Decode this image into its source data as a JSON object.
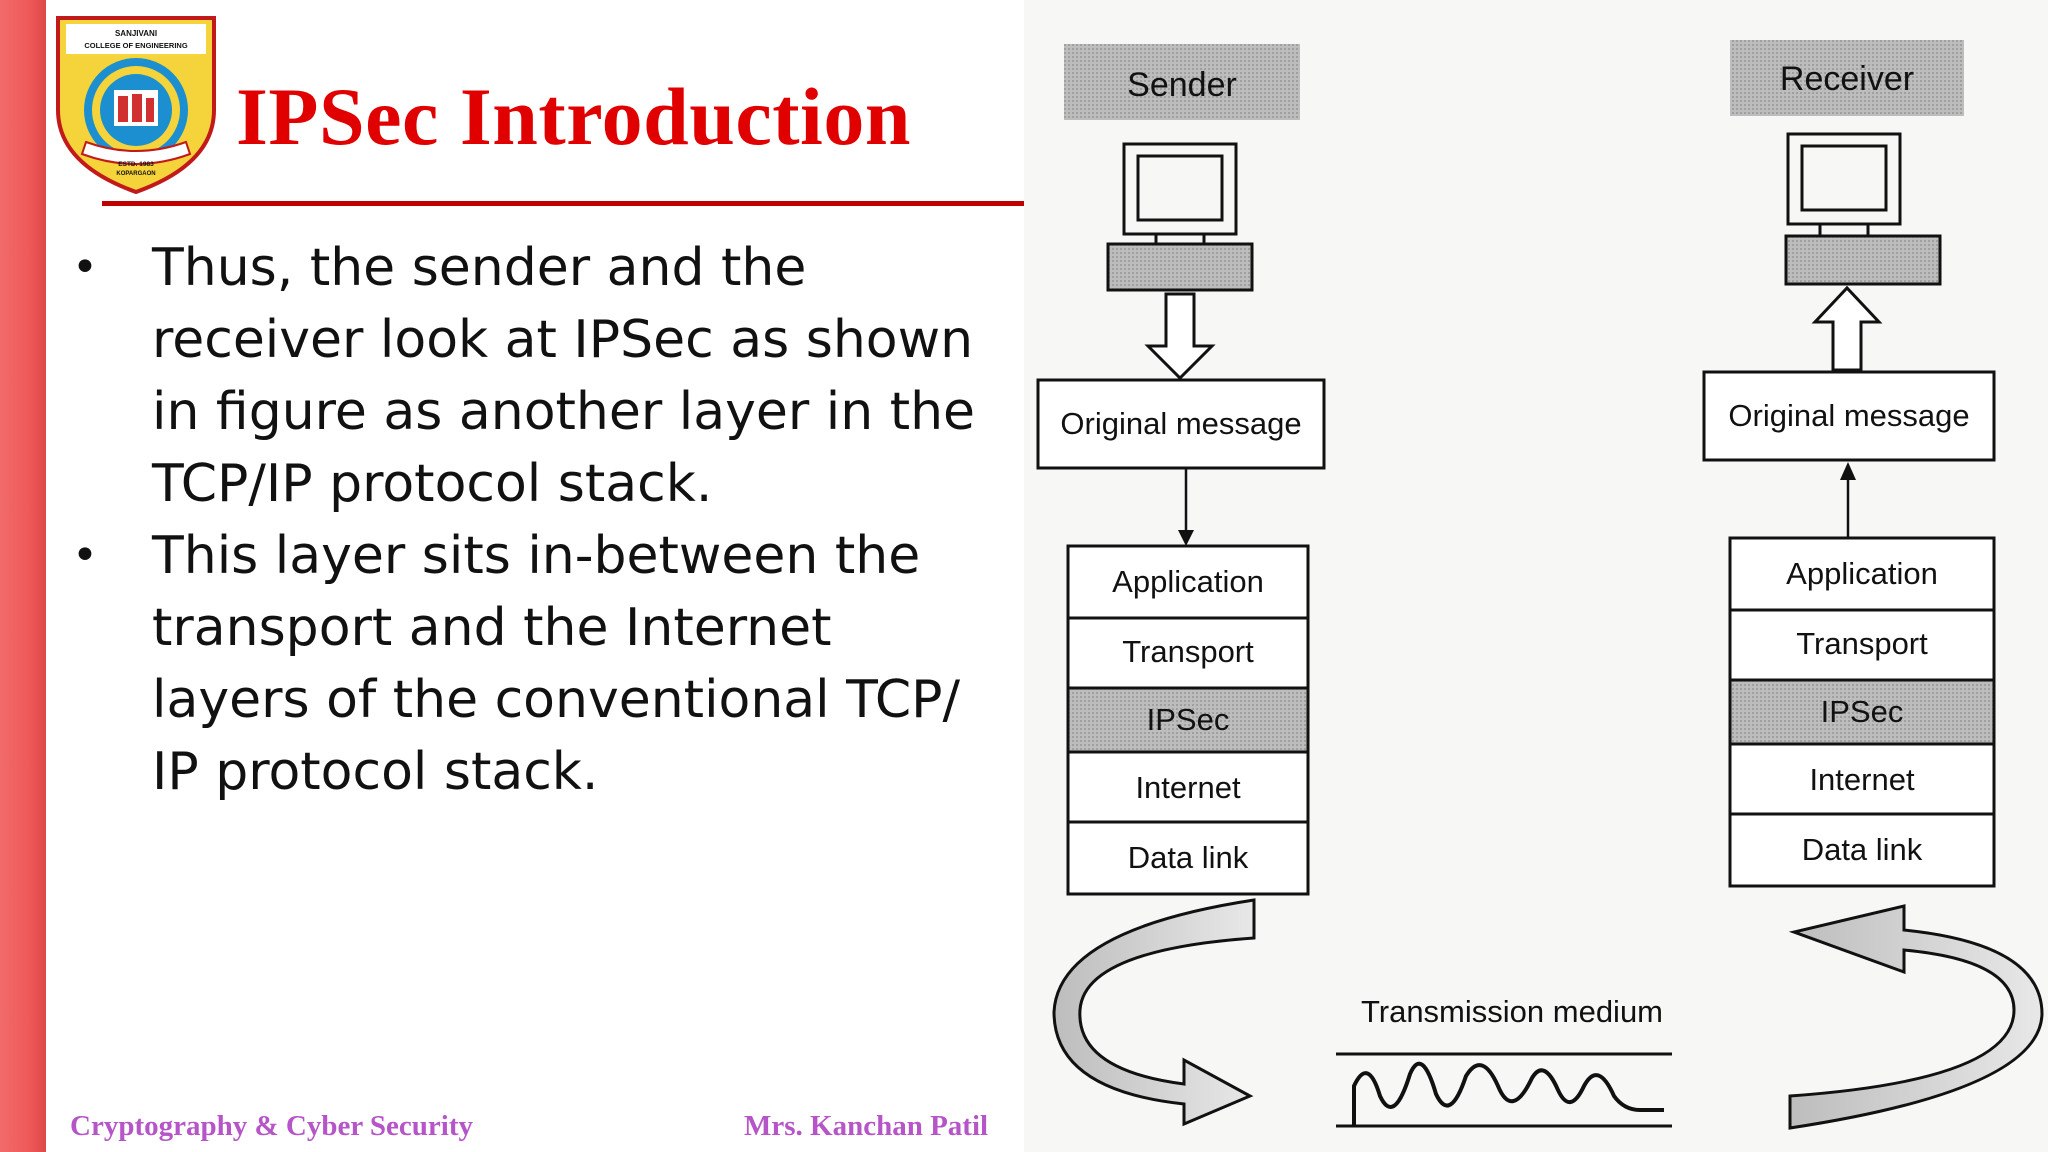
{
  "slide": {
    "title": "IPSec Introduction",
    "bullets": [
      "Thus, the sender and the receiver look at IPSec as shown in figure as another layer in the TCP/IP protocol stack.",
      "This layer sits in-between the transport and the Internet layers of the conventional TCP/ IP protocol stack."
    ],
    "bullet_symbol": "•"
  },
  "logo": {
    "top_text_1": "SANJIVANI",
    "top_text_2": "COLLEGE OF ENGINEERING",
    "bottom_text_1": "ESTD. 1983",
    "bottom_text_2": "KOPARGAON"
  },
  "footer": {
    "left": "Cryptography & Cyber Security",
    "right": "Mrs. Kanchan Patil"
  },
  "figure": {
    "sender_label": "Sender",
    "receiver_label": "Receiver",
    "message_label": "Original message",
    "layers": [
      "Application",
      "Transport",
      "IPSec",
      "Internet",
      "Data link"
    ],
    "highlight_layer": "IPSec",
    "medium_label": "Transmission medium"
  },
  "colors": {
    "accent_red": "#e00000",
    "footer_purple": "#b555c8",
    "side_bar": "#ef5a5a",
    "shaded_box": "#b8b8b8"
  }
}
